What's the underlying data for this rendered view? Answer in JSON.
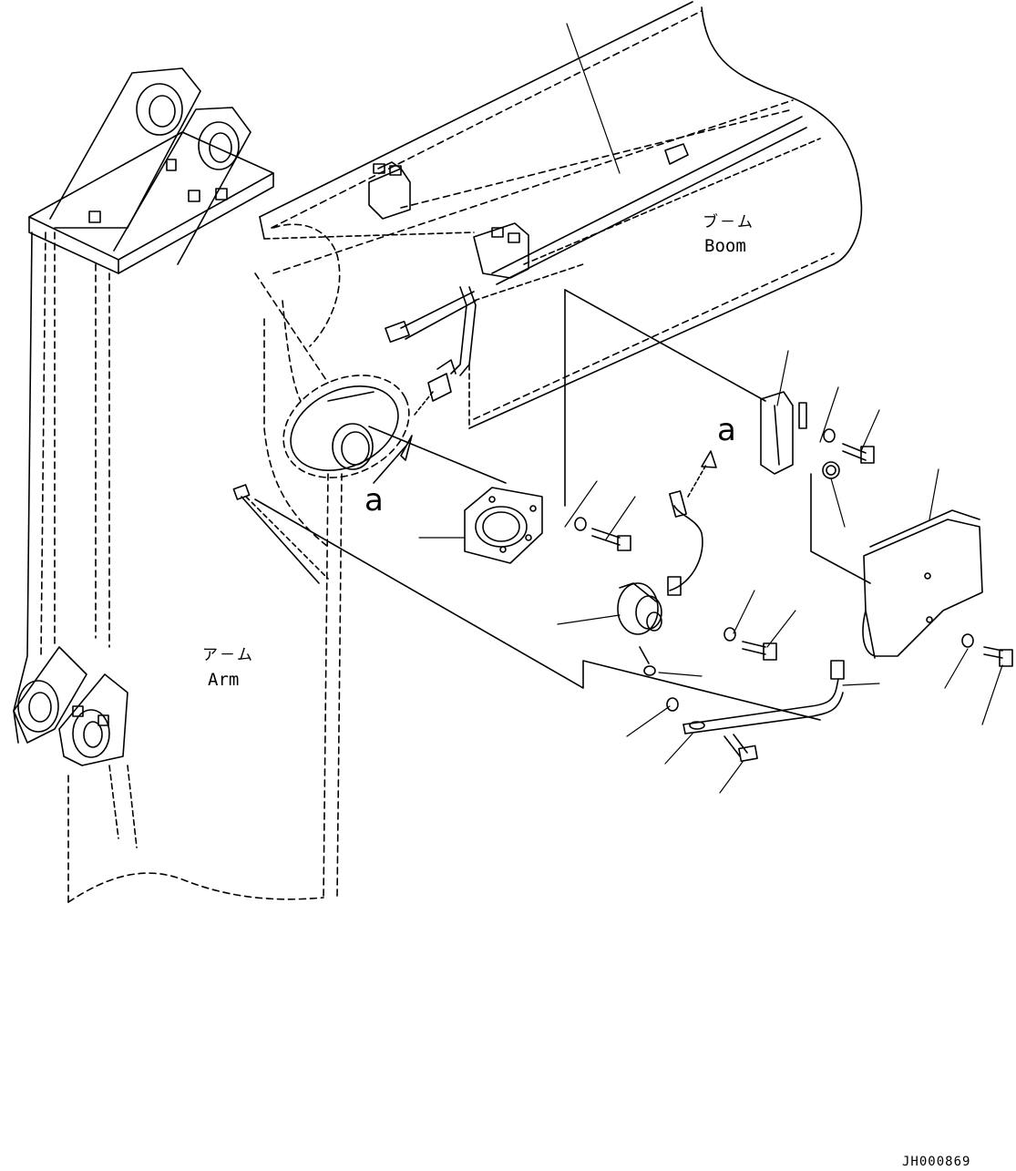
{
  "labels": {
    "boom_jp": "ブ－ム",
    "boom_en": "Boom",
    "arm_jp": "ア－ム",
    "arm_en": "Arm",
    "view_marker_1": "a",
    "view_marker_2": "a",
    "drawing_number": "JH000869"
  },
  "line_color": "#000000",
  "background_color": "#ffffff"
}
